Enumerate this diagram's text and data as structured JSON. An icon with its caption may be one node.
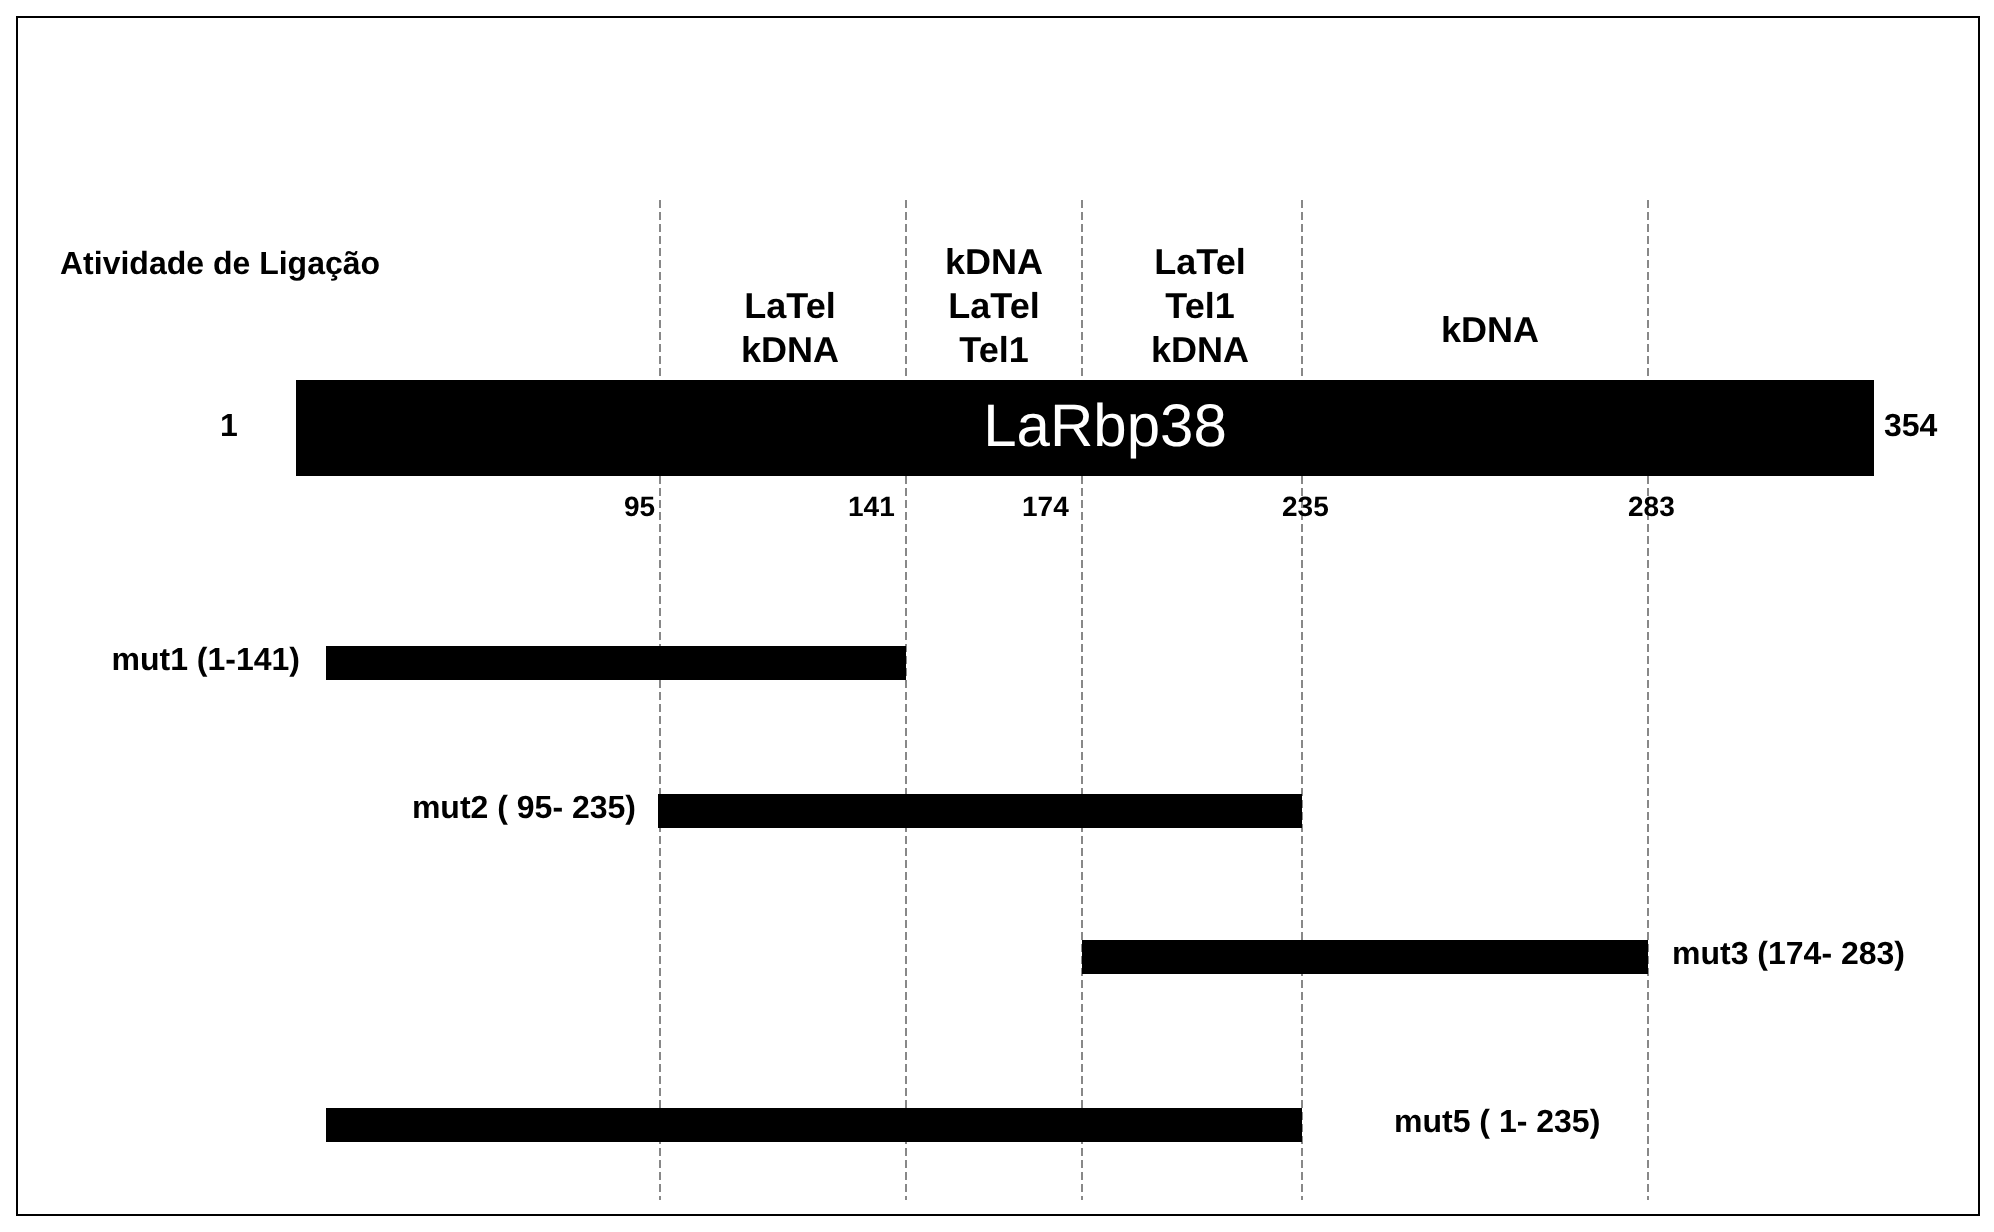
{
  "diagram": {
    "nodes": [
      {
        "text": [
          "LaRbp38"
        ],
        "beside": [
          "1",
          "354"
        ]
      },
      {
        "text": [],
        "shape": "bar",
        "beside": [
          "mut1 (1-141)"
        ]
      },
      {
        "text": [],
        "shape": "bar",
        "beside": [
          "mut2 ( 95- 235)"
        ]
      },
      {
        "text": [],
        "shape": "bar",
        "beside": [
          "mut3 (174- 283)"
        ]
      },
      {
        "text": [],
        "shape": "bar",
        "beside": [
          "mut5 ( 1- 235)"
        ]
      }
    ],
    "labels": [
      "Atividade de Ligação",
      "LaTel kDNA",
      "kDNA LaTel Tel1",
      "LaTel Tel1 kDNA",
      "kDNA",
      "95",
      "141",
      "174",
      "235",
      "283"
    ]
  }
}
